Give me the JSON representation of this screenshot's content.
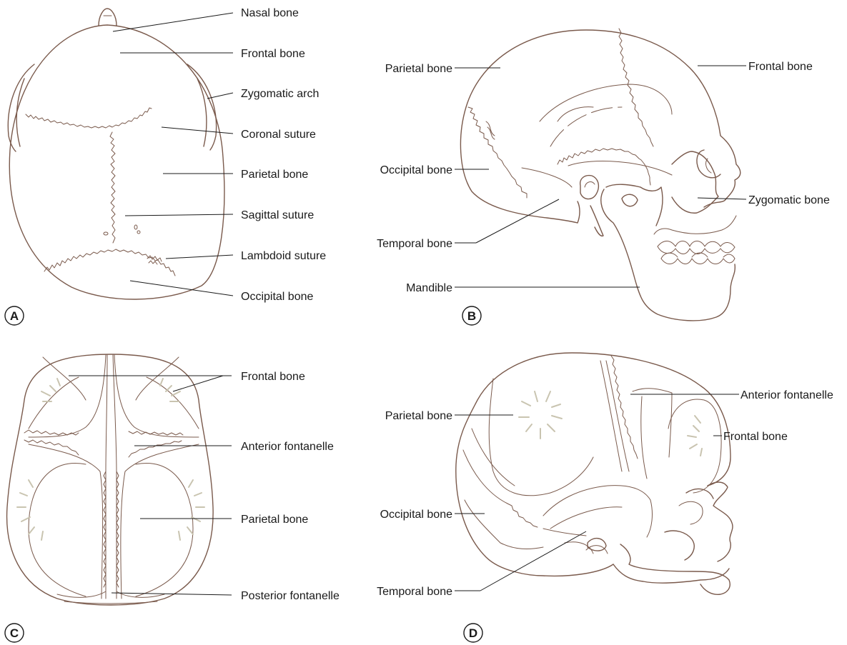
{
  "panel_a": {
    "letter": "A",
    "labels": [
      "Nasal bone",
      "Frontal bone",
      "Zygomatic arch",
      "Coronal suture",
      "Parietal bone",
      "Sagittal suture",
      "Lambdoid suture",
      "Occipital bone"
    ]
  },
  "panel_b": {
    "letter": "B",
    "labels_left": [
      "Parietal bone",
      "Occipital bone",
      "Temporal bone",
      "Mandible"
    ],
    "labels_right": [
      "Frontal bone",
      "Zygomatic bone"
    ]
  },
  "panel_c": {
    "letter": "C",
    "labels": [
      "Frontal bone",
      "Anterior fontanelle",
      "Parietal bone",
      "Posterior fontanelle"
    ]
  },
  "panel_d": {
    "letter": "D",
    "labels_left": [
      "Parietal bone",
      "Occipital bone",
      "Temporal bone"
    ],
    "labels_right": [
      "Anterior fontanelle",
      "Frontal bone"
    ]
  }
}
